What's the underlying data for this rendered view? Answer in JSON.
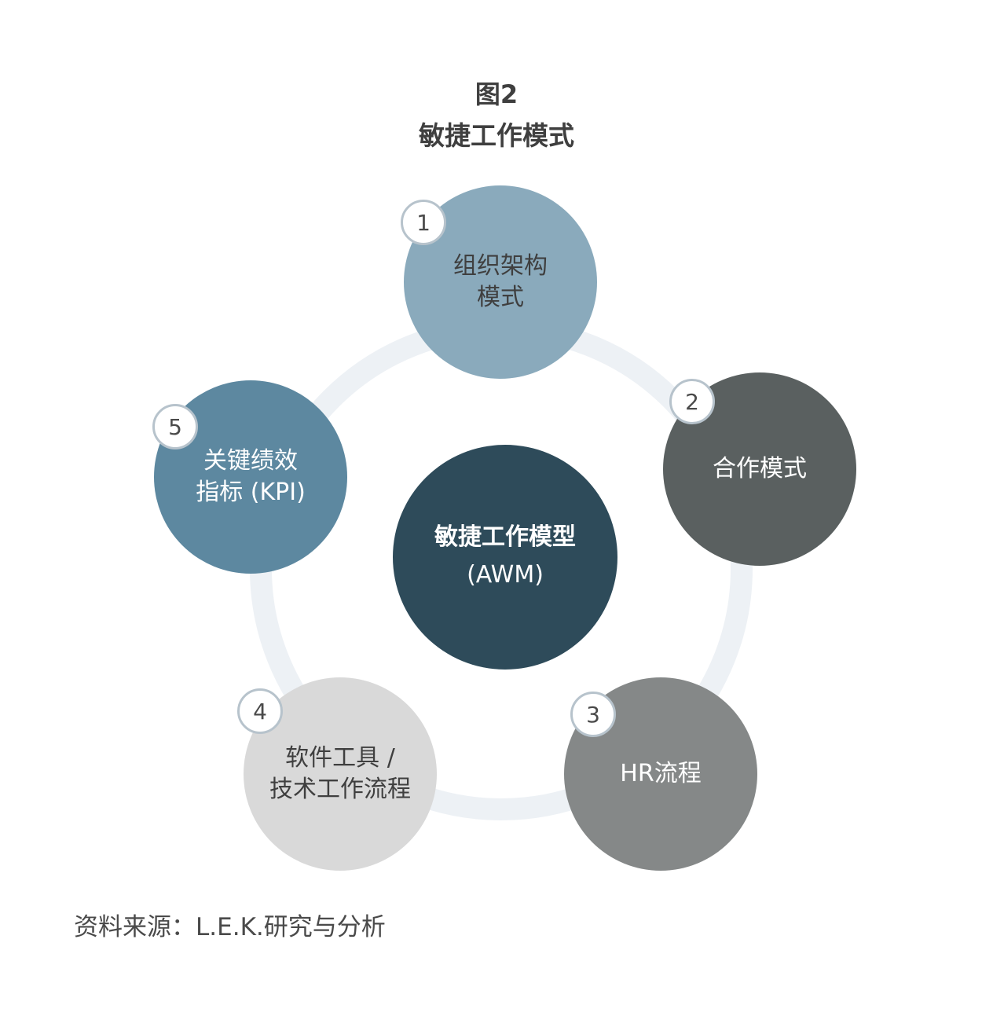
{
  "figure": {
    "label": "图2",
    "title": "敏捷工作模式"
  },
  "center": {
    "title": "敏捷工作模型",
    "subtitle": "(AWM)",
    "color": "#2e4b5a"
  },
  "nodes": [
    {
      "number": "1",
      "lines": [
        "组织架构",
        "模式"
      ],
      "color": "#8aaabc"
    },
    {
      "number": "2",
      "lines": [
        "合作模式"
      ],
      "color": "#5a6060"
    },
    {
      "number": "3",
      "lines": [
        "HR流程"
      ],
      "color": "#858888"
    },
    {
      "number": "4",
      "lines": [
        "软件工具 /",
        "技术工作流程"
      ],
      "color": "#d9d9d9"
    },
    {
      "number": "5",
      "lines": [
        "关键绩效",
        "指标 (KPI)"
      ],
      "color": "#5d88a0"
    }
  ],
  "ring_color": "#edf1f5",
  "source": "资料来源：L.E.K.研究与分析"
}
